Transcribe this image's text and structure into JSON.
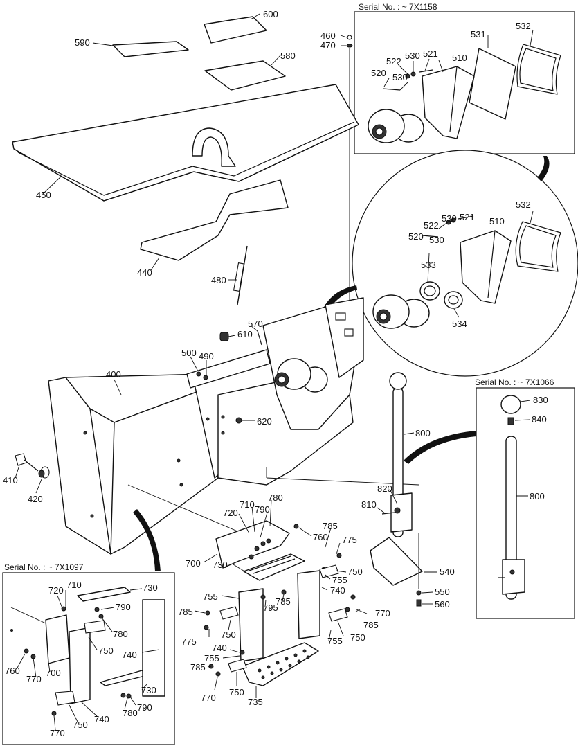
{
  "serial_labels": {
    "top_right": "Serial No. : ~ 7X1158",
    "right": "Serial No. : ~ 7X1066",
    "bottom_left": "Serial No. : ~ 7X1097"
  },
  "callouts": {
    "c600": "600",
    "c590": "590",
    "c580": "580",
    "c460": "460",
    "c470": "470",
    "c450": "450",
    "c440": "440",
    "c480": "480",
    "c570": "570",
    "c610": "610",
    "c500": "500",
    "c490": "490",
    "c400": "400",
    "c620": "620",
    "c410": "410",
    "c420": "420",
    "c800": "800",
    "c820": "820",
    "c810": "810",
    "c710": "710",
    "c720": "720",
    "c780": "780",
    "c790": "790",
    "c760": "760",
    "c700": "700",
    "c785": "785",
    "c775": "775",
    "c730": "730",
    "c750": "750",
    "c755": "755",
    "c740": "740",
    "c795": "795",
    "c770": "770",
    "c735": "735",
    "c540": "540",
    "c550": "550",
    "c560": "560",
    "tr531": "531",
    "tr532": "532",
    "tr522": "522",
    "tr530a": "530",
    "tr521": "521",
    "tr510": "510",
    "tr520": "520",
    "tr530b": "530",
    "cr532": "532",
    "cr522": "522",
    "cr530a": "530",
    "cr521": "521",
    "cr510": "510",
    "cr520": "520",
    "cr530b": "530",
    "cr533": "533",
    "cr534": "534",
    "r830": "830",
    "r840": "840",
    "r800": "800",
    "bl710": "710",
    "bl730": "730",
    "bl720": "720",
    "bl790": "790",
    "bl780": "780",
    "bl750": "750",
    "bl740": "740",
    "bl760": "760",
    "bl770": "770",
    "bl700": "700",
    "bl730b": "730",
    "bl780b": "780",
    "bl790b": "790",
    "bl770b": "770",
    "bl750b": "750",
    "bl740b": "740"
  }
}
